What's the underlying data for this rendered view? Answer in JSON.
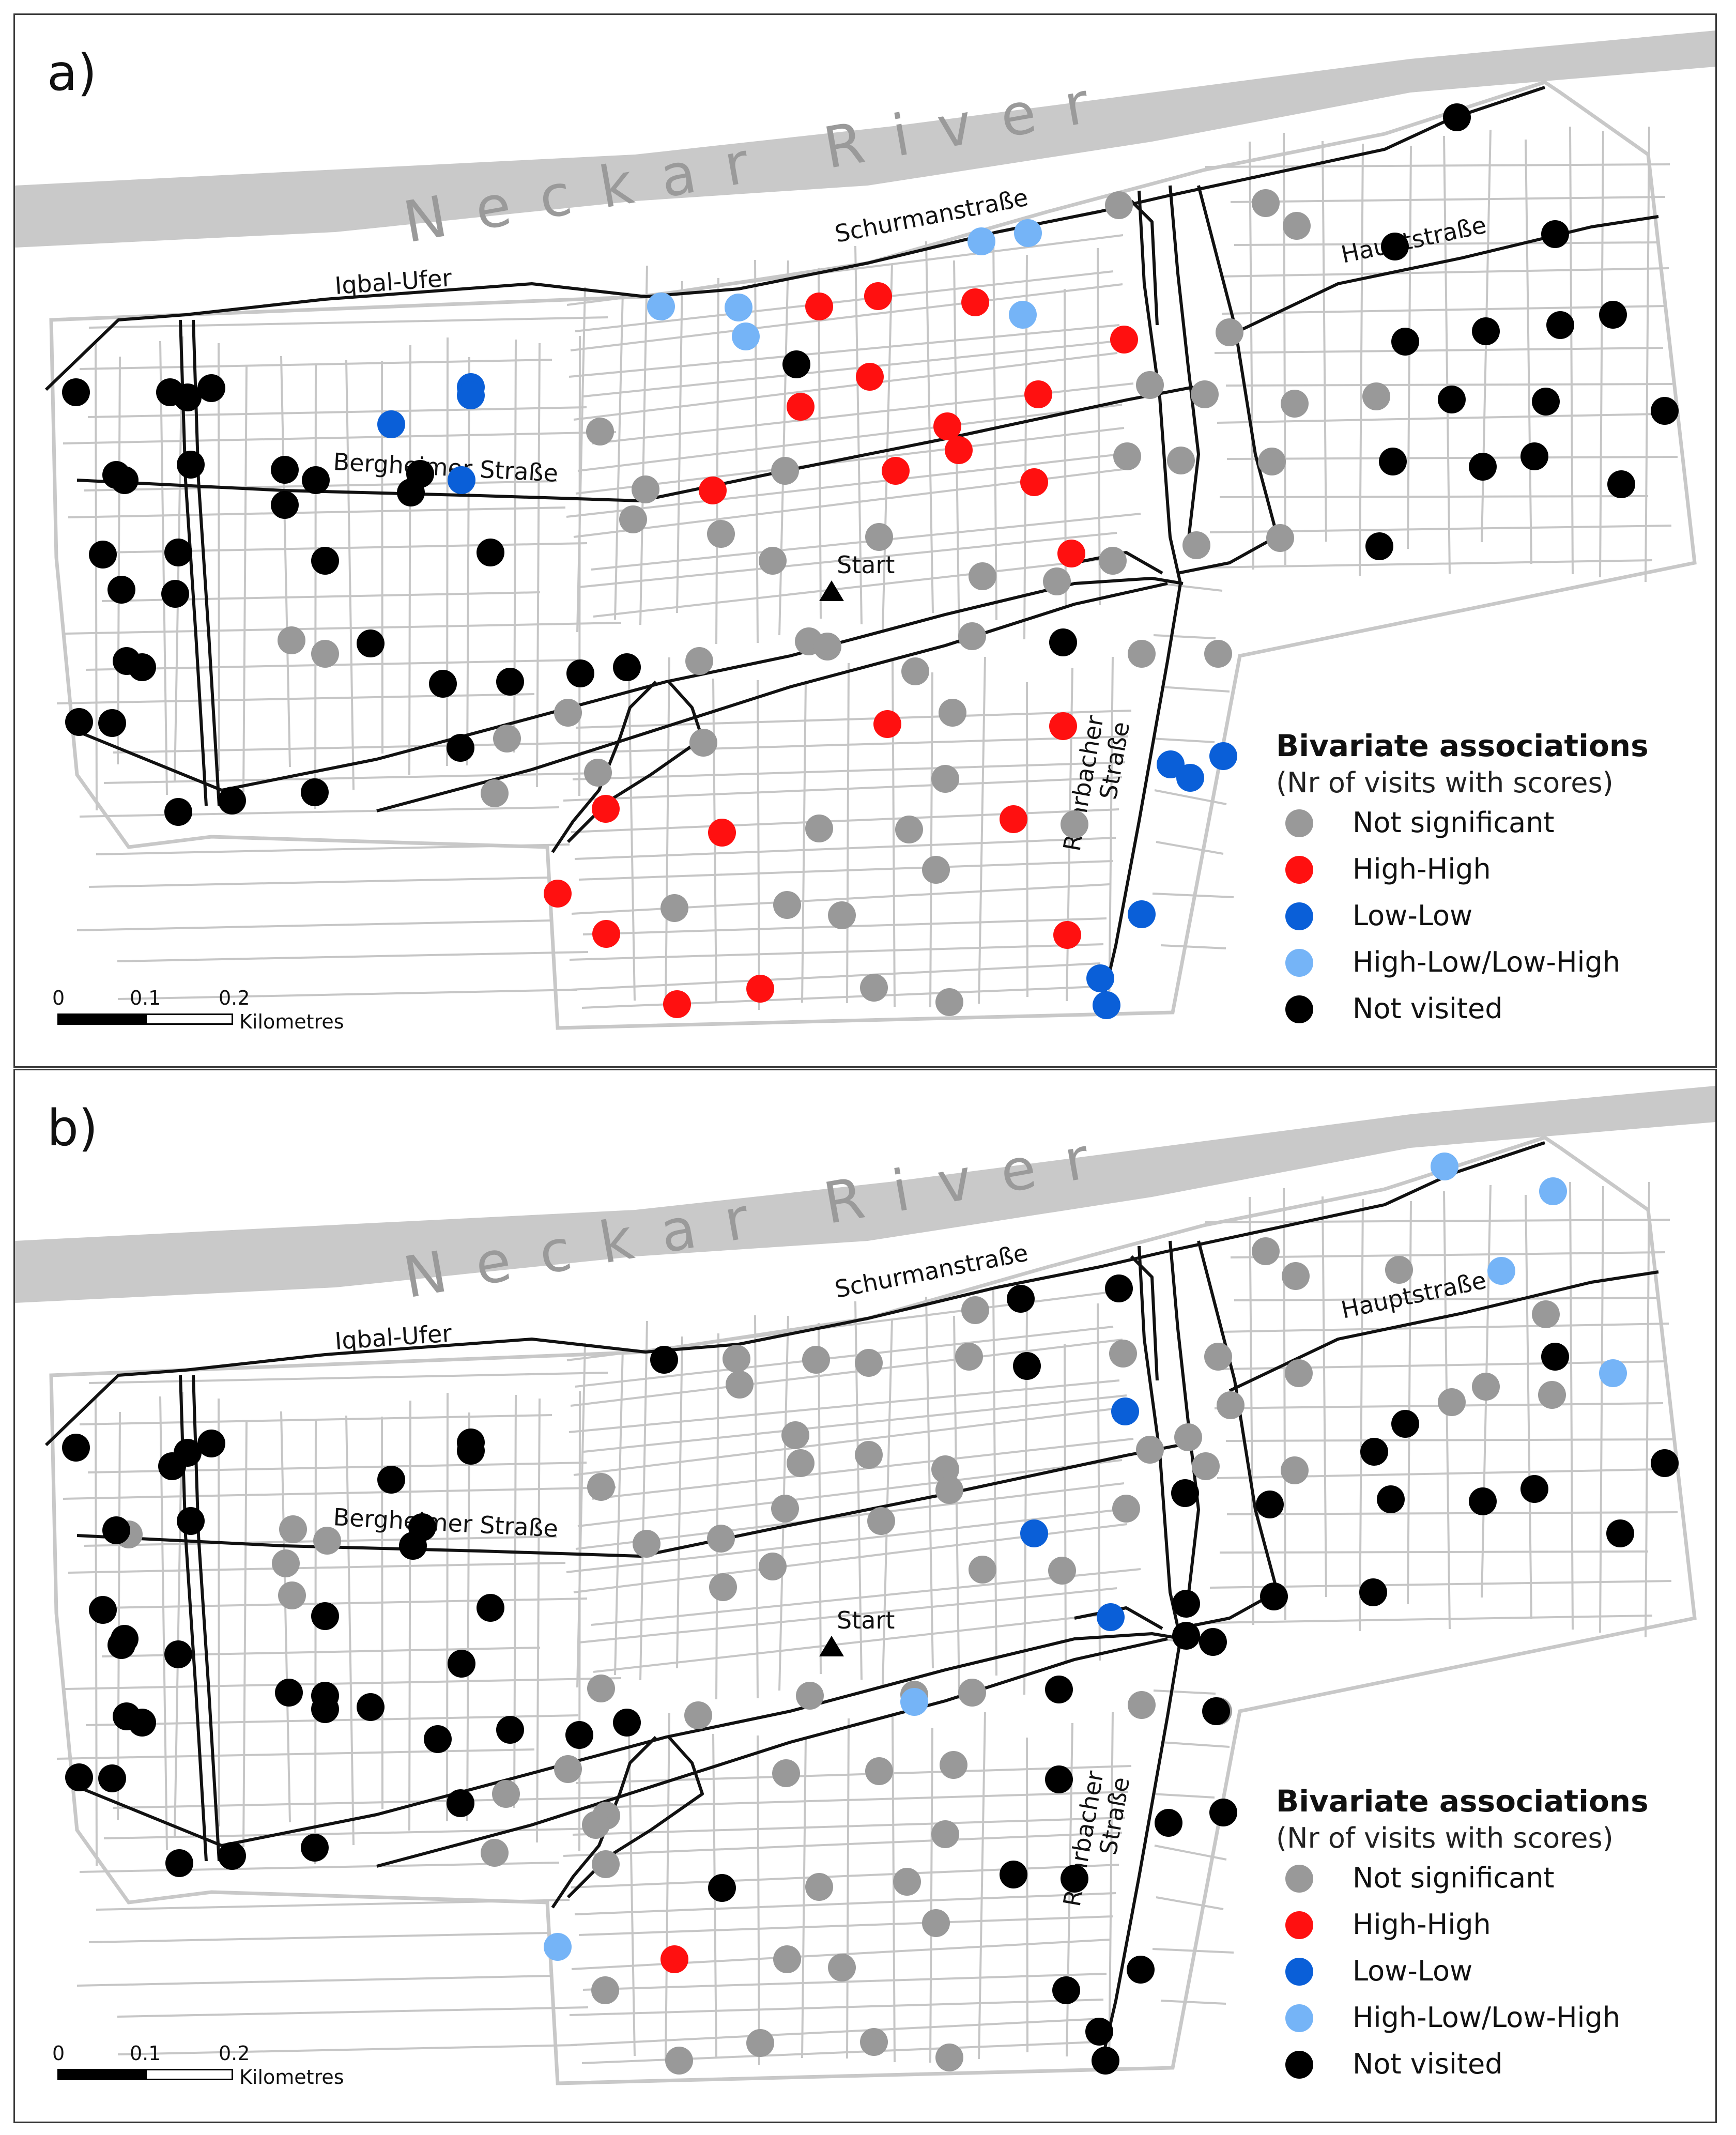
{
  "colors": {
    "not_significant": "#999999",
    "high_high": "#ff1010",
    "low_low": "#0a5fd8",
    "high_low_low_high": "#75b4f7",
    "not_visited": "#000000",
    "river": "#c9c9c9",
    "street_minor": "#c6c6c6",
    "street_major": "#111111",
    "boundary": "#c8c8c8"
  },
  "labels": {
    "river": "Neckar River",
    "iqbal": "Iqbal-Ufer",
    "schurman": "Schurmanstraße",
    "haupt": "Hauptstraße",
    "bergheimer": "Bergheimer Straße",
    "rohrbacher_1": "Rohrbacher",
    "rohrbacher_2": "Straße",
    "start": "Start",
    "start_icon": "triangle-marker-icon"
  },
  "legend": {
    "title": "Bivariate associations",
    "subtitle": "(Nr of visits with scores)",
    "items": [
      {
        "key": "n",
        "label": "Not significant"
      },
      {
        "key": "h",
        "label": "High-High"
      },
      {
        "key": "l",
        "label": "Low-Low"
      },
      {
        "key": "m",
        "label": "High-Low/Low-High"
      },
      {
        "key": "x",
        "label": "Not visited"
      }
    ]
  },
  "scale": {
    "ticks": [
      "0",
      "0.1",
      "0.2"
    ],
    "unit": "Kilometres"
  },
  "panels": [
    {
      "id": "a",
      "label": "a)",
      "points": [
        [
          2790,
          198,
          "x"
        ],
        [
          2420,
          364,
          "n"
        ],
        [
          2480,
          408,
          "n"
        ],
        [
          2670,
          448,
          "x"
        ],
        [
          2980,
          424,
          "x"
        ],
        [
          2136,
          368,
          "n"
        ],
        [
          1960,
          422,
          "m"
        ],
        [
          1870,
          438,
          "m"
        ],
        [
          1950,
          580,
          "m"
        ],
        [
          1250,
          564,
          "m"
        ],
        [
          1400,
          566,
          "m"
        ],
        [
          1414,
          622,
          "m"
        ],
        [
          1556,
          564,
          "h"
        ],
        [
          1670,
          544,
          "h"
        ],
        [
          1858,
          556,
          "h"
        ],
        [
          2146,
          628,
          "h"
        ],
        [
          1512,
          676,
          "x"
        ],
        [
          1654,
          700,
          "h"
        ],
        [
          1520,
          758,
          "h"
        ],
        [
          1980,
          734,
          "h"
        ],
        [
          1804,
          796,
          "h"
        ],
        [
          1826,
          842,
          "h"
        ],
        [
          1704,
          882,
          "h"
        ],
        [
          1972,
          904,
          "h"
        ],
        [
          1350,
          920,
          "h"
        ],
        [
          2044,
          1042,
          "h"
        ],
        [
          2350,
          614,
          "n"
        ],
        [
          2196,
          716,
          "n"
        ],
        [
          2302,
          734,
          "n"
        ],
        [
          2476,
          752,
          "n"
        ],
        [
          2634,
          738,
          "n"
        ],
        [
          2690,
          632,
          "x"
        ],
        [
          2846,
          612,
          "x"
        ],
        [
          2990,
          600,
          "x"
        ],
        [
          3092,
          580,
          "x"
        ],
        [
          2962,
          748,
          "x"
        ],
        [
          2780,
          744,
          "x"
        ],
        [
          3192,
          766,
          "x"
        ],
        [
          2152,
          854,
          "n"
        ],
        [
          2256,
          862,
          "n"
        ],
        [
          2432,
          864,
          "n"
        ],
        [
          2666,
          864,
          "x"
        ],
        [
          2840,
          874,
          "x"
        ],
        [
          2940,
          854,
          "x"
        ],
        [
          3108,
          908,
          "x"
        ],
        [
          2124,
          1056,
          "n"
        ],
        [
          2286,
          1026,
          "n"
        ],
        [
          2448,
          1012,
          "n"
        ],
        [
          2640,
          1028,
          "x"
        ],
        [
          1220,
          918,
          "n"
        ],
        [
          1132,
          806,
          "n"
        ],
        [
          1196,
          976,
          "n"
        ],
        [
          1366,
          1004,
          "n"
        ],
        [
          1490,
          882,
          "n"
        ],
        [
          1672,
          1010,
          "n"
        ],
        [
          1466,
          1056,
          "n"
        ],
        [
          1872,
          1086,
          "n"
        ],
        [
          2016,
          1096,
          "n"
        ],
        [
          1536,
          1212,
          "n"
        ],
        [
          1572,
          1222,
          "n"
        ],
        [
          1324,
          1250,
          "n"
        ],
        [
          1852,
          1202,
          "n"
        ],
        [
          2028,
          1214,
          "x"
        ],
        [
          2180,
          1236,
          "n"
        ],
        [
          1742,
          1270,
          "n"
        ],
        [
          1814,
          1350,
          "n"
        ],
        [
          1688,
          1372,
          "h"
        ],
        [
          2028,
          1376,
          "h"
        ],
        [
          1070,
          1350,
          "n"
        ],
        [
          1332,
          1408,
          "n"
        ],
        [
          2328,
          1236,
          "n"
        ],
        [
          2236,
          1450,
          "l"
        ],
        [
          2274,
          1476,
          "l"
        ],
        [
          2338,
          1434,
          "l"
        ],
        [
          1800,
          1478,
          "n"
        ],
        [
          1128,
          1466,
          "n"
        ],
        [
          1143,
          1536,
          "h"
        ],
        [
          1368,
          1582,
          "h"
        ],
        [
          1556,
          1574,
          "n"
        ],
        [
          1730,
          1576,
          "n"
        ],
        [
          1932,
          1556,
          "h"
        ],
        [
          2050,
          1566,
          "n"
        ],
        [
          1782,
          1654,
          "n"
        ],
        [
          1050,
          1700,
          "h"
        ],
        [
          1144,
          1778,
          "h"
        ],
        [
          1276,
          1728,
          "n"
        ],
        [
          1494,
          1722,
          "n"
        ],
        [
          1600,
          1742,
          "n"
        ],
        [
          2180,
          1740,
          "l"
        ],
        [
          2036,
          1780,
          "h"
        ],
        [
          1281,
          1914,
          "h"
        ],
        [
          1442,
          1884,
          "h"
        ],
        [
          1662,
          1882,
          "n"
        ],
        [
          1808,
          1910,
          "n"
        ],
        [
          2100,
          1864,
          "l"
        ],
        [
          2112,
          1916,
          "l"
        ],
        [
          958,
          1290,
          "x"
        ],
        [
          862,
          1418,
          "x"
        ],
        [
          1094,
          1274,
          "x"
        ],
        [
          1184,
          1262,
          "x"
        ],
        [
          828,
          1294,
          "x"
        ],
        [
          688,
          1216,
          "x"
        ],
        [
          600,
          1236,
          "n"
        ],
        [
          535,
          1210,
          "n"
        ],
        [
          952,
          1400,
          "n"
        ],
        [
          928,
          1506,
          "n"
        ],
        [
          580,
          1504,
          "x"
        ],
        [
          420,
          1520,
          "x"
        ],
        [
          316,
          1542,
          "x"
        ],
        [
          300,
          730,
          "x"
        ],
        [
          340,
          870,
          "x"
        ],
        [
          310,
          1120,
          "x"
        ],
        [
          316,
          1040,
          "x"
        ],
        [
          600,
          1056,
          "x"
        ],
        [
          920,
          1040,
          "x"
        ],
        [
          212,
          900,
          "x"
        ],
        [
          246,
          1262,
          "x"
        ],
        [
          216,
          1250,
          "x"
        ],
        [
          188,
          1370,
          "x"
        ],
        [
          124,
          1368,
          "x"
        ],
        [
          118,
          730,
          "x"
        ],
        [
          196,
          890,
          "x"
        ],
        [
          170,
          1044,
          "x"
        ],
        [
          206,
          1112,
          "x"
        ],
        [
          334,
          740,
          "x"
        ],
        [
          380,
          722,
          "x"
        ],
        [
          522,
          948,
          "x"
        ],
        [
          522,
          880,
          "x"
        ],
        [
          582,
          900,
          "x"
        ],
        [
          766,
          924,
          "x"
        ],
        [
          784,
          888,
          "x"
        ],
        [
          864,
          900,
          "l"
        ],
        [
          728,
          792,
          "l"
        ],
        [
          882,
          720,
          "l"
        ],
        [
          882,
          736,
          "l"
        ]
      ]
    },
    {
      "id": "b",
      "label": "b)",
      "points": [
        [
          2766,
          186,
          "m"
        ],
        [
          2976,
          234,
          "m"
        ],
        [
          2876,
          388,
          "m"
        ],
        [
          2962,
          472,
          "n"
        ],
        [
          2420,
          350,
          "n"
        ],
        [
          2478,
          398,
          "n"
        ],
        [
          2678,
          386,
          "n"
        ],
        [
          3092,
          586,
          "m"
        ],
        [
          2980,
          554,
          "x"
        ],
        [
          2136,
          422,
          "x"
        ],
        [
          2484,
          586,
          "n"
        ],
        [
          2328,
          554,
          "n"
        ],
        [
          2144,
          548,
          "n"
        ],
        [
          1946,
          442,
          "x"
        ],
        [
          1858,
          464,
          "n"
        ],
        [
          1846,
          554,
          "n"
        ],
        [
          1958,
          572,
          "x"
        ],
        [
          1652,
          566,
          "n"
        ],
        [
          1550,
          560,
          "n"
        ],
        [
          1396,
          558,
          "n"
        ],
        [
          1402,
          608,
          "n"
        ],
        [
          1256,
          560,
          "x"
        ],
        [
          1510,
          706,
          "n"
        ],
        [
          1520,
          760,
          "n"
        ],
        [
          1652,
          744,
          "n"
        ],
        [
          1800,
          772,
          "n"
        ],
        [
          1808,
          812,
          "n"
        ],
        [
          2148,
          660,
          "l"
        ],
        [
          2270,
          710,
          "n"
        ],
        [
          2352,
          648,
          "n"
        ],
        [
          2196,
          734,
          "n"
        ],
        [
          2304,
          766,
          "n"
        ],
        [
          2476,
          774,
          "n"
        ],
        [
          2630,
          738,
          "x"
        ],
        [
          2690,
          684,
          "x"
        ],
        [
          2780,
          642,
          "n"
        ],
        [
          2846,
          612,
          "n"
        ],
        [
          2974,
          628,
          "n"
        ],
        [
          3192,
          760,
          "x"
        ],
        [
          2940,
          810,
          "x"
        ],
        [
          2662,
          830,
          "x"
        ],
        [
          2840,
          834,
          "x"
        ],
        [
          3106,
          896,
          "x"
        ],
        [
          2264,
          818,
          "x"
        ],
        [
          2428,
          840,
          "x"
        ],
        [
          2150,
          848,
          "n"
        ],
        [
          1972,
          896,
          "l"
        ],
        [
          1490,
          848,
          "n"
        ],
        [
          1366,
          906,
          "n"
        ],
        [
          1222,
          916,
          "n"
        ],
        [
          1134,
          806,
          "n"
        ],
        [
          1676,
          872,
          "n"
        ],
        [
          1466,
          960,
          "n"
        ],
        [
          1370,
          1000,
          "n"
        ],
        [
          1872,
          966,
          "n"
        ],
        [
          2026,
          968,
          "n"
        ],
        [
          2120,
          1058,
          "l"
        ],
        [
          2266,
          1032,
          "x"
        ],
        [
          2436,
          1018,
          "x"
        ],
        [
          2628,
          1010,
          "x"
        ],
        [
          1538,
          1210,
          "n"
        ],
        [
          1740,
          1208,
          "n"
        ],
        [
          1852,
          1204,
          "n"
        ],
        [
          2020,
          1198,
          "x"
        ],
        [
          2180,
          1228,
          "n"
        ],
        [
          2328,
          1240,
          "n"
        ],
        [
          1322,
          1248,
          "n"
        ],
        [
          1070,
          1352,
          "n"
        ],
        [
          1144,
          1442,
          "n"
        ],
        [
          1492,
          1360,
          "n"
        ],
        [
          1672,
          1356,
          "n"
        ],
        [
          1816,
          1344,
          "n"
        ],
        [
          1800,
          1478,
          "n"
        ],
        [
          2020,
          1372,
          "x"
        ],
        [
          2232,
          1456,
          "x"
        ],
        [
          2338,
          1436,
          "x"
        ],
        [
          2324,
          1240,
          "x"
        ],
        [
          1740,
          1222,
          "m"
        ],
        [
          1124,
          1460,
          "n"
        ],
        [
          1143,
          1536,
          "n"
        ],
        [
          1368,
          1582,
          "x"
        ],
        [
          1556,
          1580,
          "n"
        ],
        [
          1726,
          1570,
          "n"
        ],
        [
          1932,
          1556,
          "x"
        ],
        [
          2050,
          1564,
          "x"
        ],
        [
          1782,
          1650,
          "n"
        ],
        [
          1050,
          1696,
          "m"
        ],
        [
          1142,
          1780,
          "n"
        ],
        [
          1276,
          1720,
          "h"
        ],
        [
          1494,
          1720,
          "n"
        ],
        [
          1600,
          1736,
          "n"
        ],
        [
          2178,
          1740,
          "x"
        ],
        [
          2034,
          1780,
          "x"
        ],
        [
          1285,
          1916,
          "n"
        ],
        [
          1442,
          1882,
          "n"
        ],
        [
          1662,
          1880,
          "n"
        ],
        [
          1808,
          1910,
          "n"
        ],
        [
          2098,
          1860,
          "x"
        ],
        [
          2110,
          1916,
          "x"
        ],
        [
          2318,
          1106,
          "x"
        ],
        [
          2266,
          1094,
          "x"
        ],
        [
          1134,
          1196,
          "n"
        ],
        [
          1092,
          1286,
          "x"
        ],
        [
          1184,
          1262,
          "x"
        ],
        [
          958,
          1276,
          "x"
        ],
        [
          864,
          1148,
          "x"
        ],
        [
          818,
          1294,
          "x"
        ],
        [
          688,
          1232,
          "x"
        ],
        [
          600,
          1210,
          "x"
        ],
        [
          530,
          1204,
          "x"
        ],
        [
          950,
          1400,
          "n"
        ],
        [
          928,
          1514,
          "n"
        ],
        [
          580,
          1504,
          "x"
        ],
        [
          420,
          1520,
          "x"
        ],
        [
          318,
          1534,
          "x"
        ],
        [
          316,
          1130,
          "x"
        ],
        [
          340,
          872,
          "x"
        ],
        [
          304,
          766,
          "x"
        ],
        [
          220,
          898,
          "n"
        ],
        [
          538,
          888,
          "n"
        ],
        [
          604,
          910,
          "n"
        ],
        [
          524,
          954,
          "n"
        ],
        [
          536,
          1016,
          "n"
        ],
        [
          770,
          920,
          "x"
        ],
        [
          788,
          884,
          "x"
        ],
        [
          882,
          720,
          "x"
        ],
        [
          882,
          736,
          "x"
        ],
        [
          728,
          792,
          "x"
        ],
        [
          212,
          1100,
          "x"
        ],
        [
          196,
          890,
          "x"
        ],
        [
          170,
          1044,
          "x"
        ],
        [
          206,
          1112,
          "x"
        ],
        [
          118,
          730,
          "x"
        ],
        [
          334,
          740,
          "x"
        ],
        [
          380,
          722,
          "x"
        ],
        [
          246,
          1262,
          "x"
        ],
        [
          216,
          1250,
          "x"
        ],
        [
          188,
          1370,
          "x"
        ],
        [
          124,
          1368,
          "x"
        ],
        [
          600,
          1056,
          "x"
        ],
        [
          920,
          1040,
          "x"
        ],
        [
          600,
          1236,
          "x"
        ],
        [
          862,
          1418,
          "x"
        ]
      ]
    }
  ]
}
